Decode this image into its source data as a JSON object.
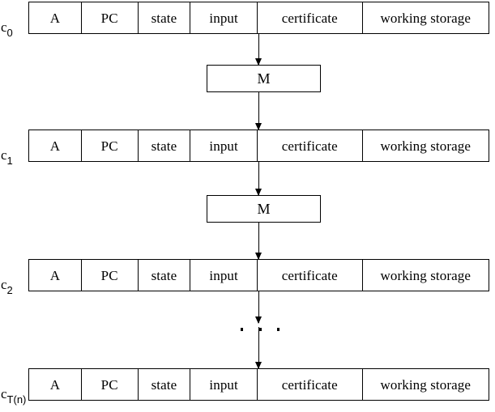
{
  "figure": {
    "type": "computation-tableau-diagram",
    "description": "Sequence of machine configurations c0 ... cT(n) transformed step by step by machine M",
    "columns": [
      "A",
      "PC",
      "state",
      "input",
      "certificate",
      "working storage"
    ],
    "machine_label": "M",
    "ellipsis": "...",
    "background_color": "#ffffff",
    "line_color": "#000000"
  },
  "rows": [
    {
      "label_base": "c",
      "label_sub": "0",
      "cells": [
        "A",
        "PC",
        "state",
        "input",
        "certificate",
        "working storage"
      ]
    },
    {
      "label_base": "c",
      "label_sub": "1",
      "cells": [
        "A",
        "PC",
        "state",
        "input",
        "certificate",
        "working storage"
      ]
    },
    {
      "label_base": "c",
      "label_sub": "2",
      "cells": [
        "A",
        "PC",
        "state",
        "input",
        "certificate",
        "working storage"
      ]
    },
    {
      "label_base": "c",
      "label_sub": "T(n)",
      "cells": [
        "A",
        "PC",
        "state",
        "input",
        "certificate",
        "working storage"
      ]
    }
  ],
  "machines": [
    {
      "label": "M"
    },
    {
      "label": "M"
    }
  ]
}
